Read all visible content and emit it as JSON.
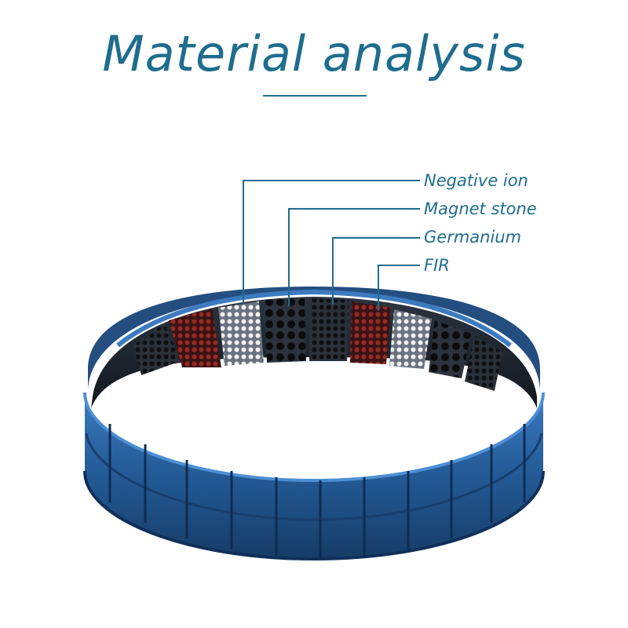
{
  "title": "Material analysis",
  "callouts": [
    {
      "label": "Negative ion"
    },
    {
      "label": "Magnet stone"
    },
    {
      "label": "Germanium"
    },
    {
      "label": "FIR"
    }
  ],
  "colors": {
    "accent": "#1f6d8e",
    "band_blue": "#23578f",
    "band_dark": "#163a63",
    "ion_white": "#e8e8e8",
    "germanium_red": "#8a1f1f",
    "stone_black": "#1c1c22"
  }
}
